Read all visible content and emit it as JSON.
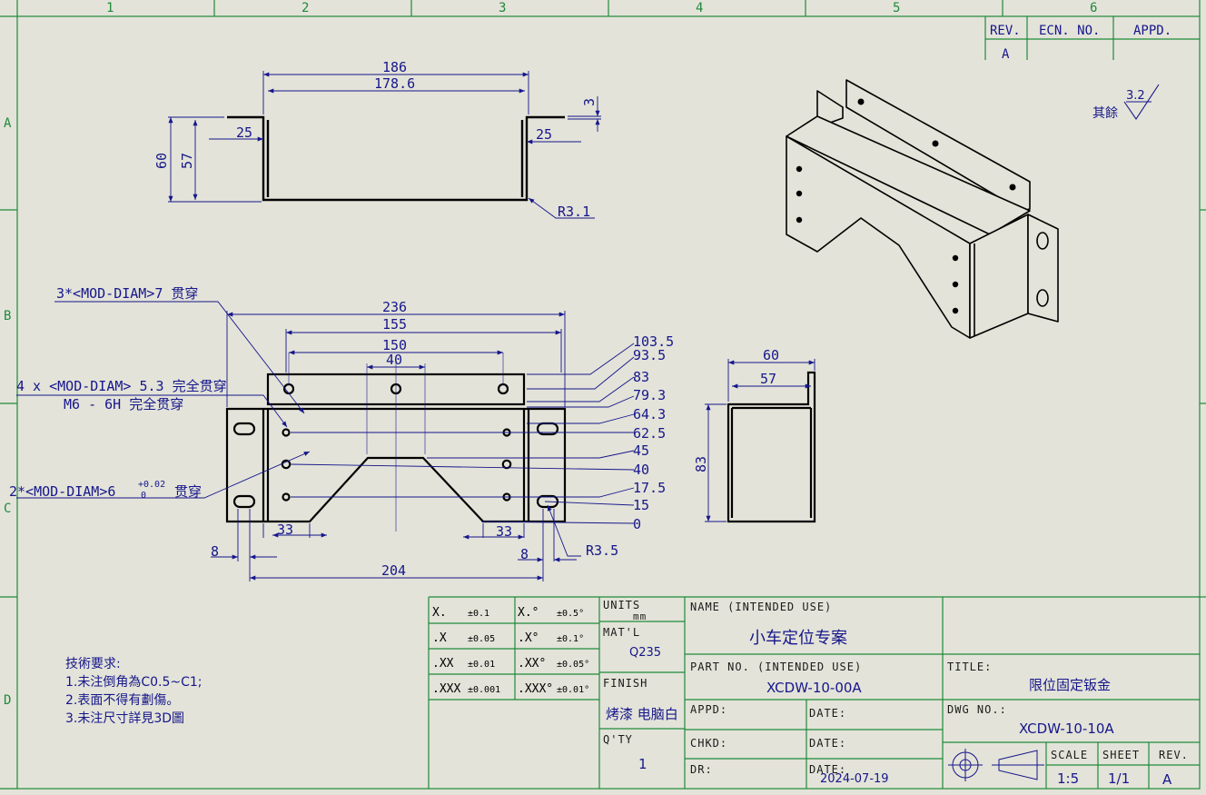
{
  "zones": {
    "cols": [
      "1",
      "2",
      "3",
      "4",
      "5",
      "6"
    ],
    "rows": [
      "A",
      "B",
      "C",
      "D"
    ]
  },
  "revision_block": {
    "rev_header": "REV.",
    "ecn_header": "ECN. NO.",
    "appd_header": "APPD.",
    "rev_value": "A"
  },
  "surface_finish": {
    "label": "其餘",
    "value": "3.2"
  },
  "top_view": {
    "overall": "186",
    "inner": "178.6",
    "thickness": "3",
    "flange_left": "25",
    "flange_right": "25",
    "height_outer": "60",
    "height_inner": "57",
    "bend_radius": "R3.1"
  },
  "front_view": {
    "width_total": "236",
    "width_155": "155",
    "width_150": "150",
    "width_40": "40",
    "ordinates": [
      "103.5",
      "93.5",
      "83",
      "79.3",
      "64.3",
      "62.5",
      "45",
      "40",
      "17.5",
      "15",
      "0"
    ],
    "bottom_33_left": "33",
    "bottom_33_right": "33",
    "slot_left_8": "8",
    "slot_right_8": "8",
    "slot_span": "204",
    "slot_radius": "R3.5",
    "note_holes_7": "3*<MOD-DIAM>7 贯穿",
    "note_tapped_1": "4 x <MOD-DIAM> 5.3 完全贯穿",
    "note_tapped_2": "M6 - 6H 完全贯穿",
    "note_pin_main": "2*<MOD-DIAM>6",
    "note_pin_tol_upper": "+0.02",
    "note_pin_tol_lower": "0",
    "note_pin_suffix": "贯穿"
  },
  "side_view": {
    "width_outer": "60",
    "width_inner": "57",
    "height": "83"
  },
  "tech_notes": {
    "title": "技術要求:",
    "lines": [
      "1.未注倒角為C0.5~C1;",
      "2.表面不得有劃傷。",
      "3.未注尺寸詳見3D圖"
    ]
  },
  "tolerances": [
    {
      "k1": "X.",
      "v1": "±0.1",
      "k2": "X.°",
      "v2": "±0.5°"
    },
    {
      "k1": ".X",
      "v1": "±0.05",
      "k2": ".X°",
      "v2": "±0.1°"
    },
    {
      "k1": ".XX",
      "v1": "±0.01",
      "k2": ".XX°",
      "v2": "±0.05°"
    },
    {
      "k1": ".XXX",
      "v1": "±0.001",
      "k2": ".XXX°",
      "v2": "±0.01°"
    }
  ],
  "title_block": {
    "units_label": "UNITS",
    "units_value": "mm",
    "matl_label": "MAT'L",
    "matl_value": "Q235",
    "finish_label": "FINISH",
    "finish_value": "烤漆 电脑白",
    "qty_label": "Q'TY",
    "qty_value": "1",
    "name_label": "NAME (INTENDED USE)",
    "name_value": "小车定位专案",
    "part_label": "PART NO. (INTENDED USE)",
    "part_value": "XCDW-10-00A",
    "appd_label": "APPD:",
    "chkd_label": "CHKD:",
    "dr_label": "DR:",
    "date_label": "DATE:",
    "date_value": "2024-07-19",
    "title_label": "TITLE:",
    "title_value": "限位固定钣金",
    "dwg_label": "DWG NO.:",
    "dwg_value": "XCDW-10-10A",
    "scale_label": "SCALE",
    "scale_value": "1:5",
    "sheet_label": "SHEET",
    "sheet_value": "1/1",
    "rev_label": "REV.",
    "rev_value": "A"
  },
  "colors": {
    "background": "#e3e3d9",
    "frame": "#1f8a3a",
    "geometry": "#000000",
    "dimension": "#16168c"
  }
}
